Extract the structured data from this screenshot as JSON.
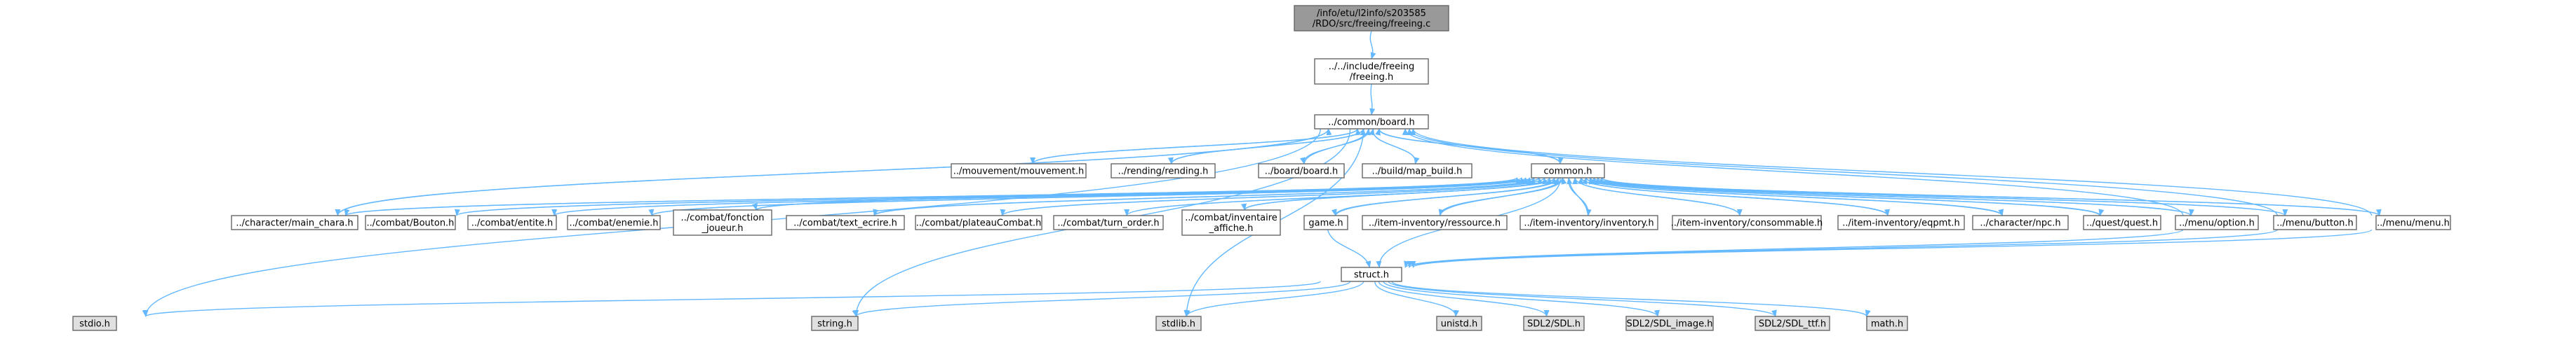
{
  "colors": {
    "edge": "#63b8ff",
    "node_fill": "#ffffff",
    "root_fill": "#999999",
    "external_fill": "#e0e0e0",
    "border": "#666666"
  },
  "nodes": [
    {
      "id": "root",
      "lines": [
        "/info/etu/l2info/s203585",
        "/RDO/src/freeing/freeing.c"
      ],
      "style": "root"
    },
    {
      "id": "freeing_h",
      "lines": [
        "../../include/freeing",
        "/freeing.h"
      ],
      "style": "normal"
    },
    {
      "id": "board_common",
      "lines": [
        "../common/board.h"
      ],
      "style": "normal"
    },
    {
      "id": "mouvement",
      "lines": [
        "../mouvement/mouvement.h"
      ],
      "style": "normal"
    },
    {
      "id": "rending",
      "lines": [
        "../rending/rending.h"
      ],
      "style": "normal"
    },
    {
      "id": "board_board",
      "lines": [
        "../board/board.h"
      ],
      "style": "normal"
    },
    {
      "id": "map_build",
      "lines": [
        "../build/map_build.h"
      ],
      "style": "normal"
    },
    {
      "id": "common",
      "lines": [
        "common.h"
      ],
      "style": "normal"
    },
    {
      "id": "main_chara",
      "lines": [
        "../character/main_chara.h"
      ],
      "style": "normal"
    },
    {
      "id": "bouton",
      "lines": [
        "../combat/Bouton.h"
      ],
      "style": "normal"
    },
    {
      "id": "entite",
      "lines": [
        "../combat/entite.h"
      ],
      "style": "normal"
    },
    {
      "id": "enemie",
      "lines": [
        "../combat/enemie.h"
      ],
      "style": "normal"
    },
    {
      "id": "fonction_joueur",
      "lines": [
        "../combat/fonction",
        "_joueur.h"
      ],
      "style": "normal"
    },
    {
      "id": "text_ecrire",
      "lines": [
        "../combat/text_ecrire.h"
      ],
      "style": "normal"
    },
    {
      "id": "plateau",
      "lines": [
        "../combat/plateauCombat.h"
      ],
      "style": "normal"
    },
    {
      "id": "turn_order",
      "lines": [
        "../combat/turn_order.h"
      ],
      "style": "normal"
    },
    {
      "id": "inventaire",
      "lines": [
        "../combat/inventaire",
        "_affiche.h"
      ],
      "style": "normal"
    },
    {
      "id": "game",
      "lines": [
        "game.h"
      ],
      "style": "normal"
    },
    {
      "id": "ressource",
      "lines": [
        "../item-inventory/ressource.h"
      ],
      "style": "normal"
    },
    {
      "id": "inventory",
      "lines": [
        "../item-inventory/inventory.h"
      ],
      "style": "normal"
    },
    {
      "id": "consommable",
      "lines": [
        "../item-inventory/consommable.h"
      ],
      "style": "normal"
    },
    {
      "id": "eqpmt",
      "lines": [
        "../item-inventory/eqpmt.h"
      ],
      "style": "normal"
    },
    {
      "id": "npc",
      "lines": [
        "../character/npc.h"
      ],
      "style": "normal"
    },
    {
      "id": "quest",
      "lines": [
        "../quest/quest.h"
      ],
      "style": "normal"
    },
    {
      "id": "option",
      "lines": [
        "../menu/option.h"
      ],
      "style": "normal"
    },
    {
      "id": "button",
      "lines": [
        "../menu/button.h"
      ],
      "style": "normal"
    },
    {
      "id": "menu",
      "lines": [
        "../menu/menu.h"
      ],
      "style": "normal"
    },
    {
      "id": "struct",
      "lines": [
        "struct.h"
      ],
      "style": "normal"
    },
    {
      "id": "stdio",
      "lines": [
        "stdio.h"
      ],
      "style": "external"
    },
    {
      "id": "string",
      "lines": [
        "string.h"
      ],
      "style": "external"
    },
    {
      "id": "stdlib",
      "lines": [
        "stdlib.h"
      ],
      "style": "external"
    },
    {
      "id": "unistd",
      "lines": [
        "unistd.h"
      ],
      "style": "external"
    },
    {
      "id": "sdl",
      "lines": [
        "SDL2/SDL.h"
      ],
      "style": "external"
    },
    {
      "id": "sdl_image",
      "lines": [
        "SDL2/SDL_image.h"
      ],
      "style": "external"
    },
    {
      "id": "sdl_ttf",
      "lines": [
        "SDL2/SDL_ttf.h"
      ],
      "style": "external"
    },
    {
      "id": "math",
      "lines": [
        "math.h"
      ],
      "style": "external"
    }
  ],
  "edges": [
    [
      "root",
      "freeing_h"
    ],
    [
      "freeing_h",
      "board_common"
    ],
    [
      "board_common",
      "mouvement"
    ],
    [
      "board_common",
      "rending"
    ],
    [
      "board_common",
      "board_board"
    ],
    [
      "board_common",
      "map_build"
    ],
    [
      "board_common",
      "common"
    ],
    [
      "board_common",
      "main_chara"
    ],
    [
      "board_common",
      "stdio"
    ],
    [
      "board_common",
      "string"
    ],
    [
      "board_common",
      "stdlib"
    ],
    [
      "mouvement",
      "board_common"
    ],
    [
      "rending",
      "board_common"
    ],
    [
      "board_board",
      "board_common"
    ],
    [
      "map_build",
      "board_common"
    ],
    [
      "main_chara",
      "board_common"
    ],
    [
      "button",
      "board_common"
    ],
    [
      "menu",
      "board_common"
    ],
    [
      "option",
      "board_common"
    ],
    [
      "common",
      "board_common"
    ],
    [
      "common",
      "main_chara"
    ],
    [
      "common",
      "bouton"
    ],
    [
      "common",
      "entite"
    ],
    [
      "common",
      "enemie"
    ],
    [
      "common",
      "fonction_joueur"
    ],
    [
      "common",
      "text_ecrire"
    ],
    [
      "common",
      "plateau"
    ],
    [
      "common",
      "turn_order"
    ],
    [
      "common",
      "inventaire"
    ],
    [
      "common",
      "game"
    ],
    [
      "common",
      "ressource"
    ],
    [
      "common",
      "inventory"
    ],
    [
      "common",
      "consommable"
    ],
    [
      "common",
      "eqpmt"
    ],
    [
      "common",
      "npc"
    ],
    [
      "common",
      "quest"
    ],
    [
      "common",
      "option"
    ],
    [
      "common",
      "button"
    ],
    [
      "common",
      "menu"
    ],
    [
      "common",
      "struct"
    ],
    [
      "main_chara",
      "common"
    ],
    [
      "bouton",
      "common"
    ],
    [
      "entite",
      "common"
    ],
    [
      "enemie",
      "common"
    ],
    [
      "fonction_joueur",
      "common"
    ],
    [
      "text_ecrire",
      "common"
    ],
    [
      "plateau",
      "common"
    ],
    [
      "turn_order",
      "common"
    ],
    [
      "inventaire",
      "common"
    ],
    [
      "game",
      "common"
    ],
    [
      "ressource",
      "common"
    ],
    [
      "inventory",
      "common"
    ],
    [
      "consommable",
      "common"
    ],
    [
      "eqpmt",
      "common"
    ],
    [
      "npc",
      "common"
    ],
    [
      "quest",
      "common"
    ],
    [
      "option",
      "common"
    ],
    [
      "button",
      "common"
    ],
    [
      "menu",
      "common"
    ],
    [
      "game",
      "struct"
    ],
    [
      "option",
      "struct"
    ],
    [
      "button",
      "struct"
    ],
    [
      "menu",
      "struct"
    ],
    [
      "struct",
      "stdio"
    ],
    [
      "struct",
      "string"
    ],
    [
      "struct",
      "stdlib"
    ],
    [
      "struct",
      "unistd"
    ],
    [
      "struct",
      "sdl"
    ],
    [
      "struct",
      "sdl_image"
    ],
    [
      "struct",
      "sdl_ttf"
    ],
    [
      "struct",
      "math"
    ]
  ]
}
